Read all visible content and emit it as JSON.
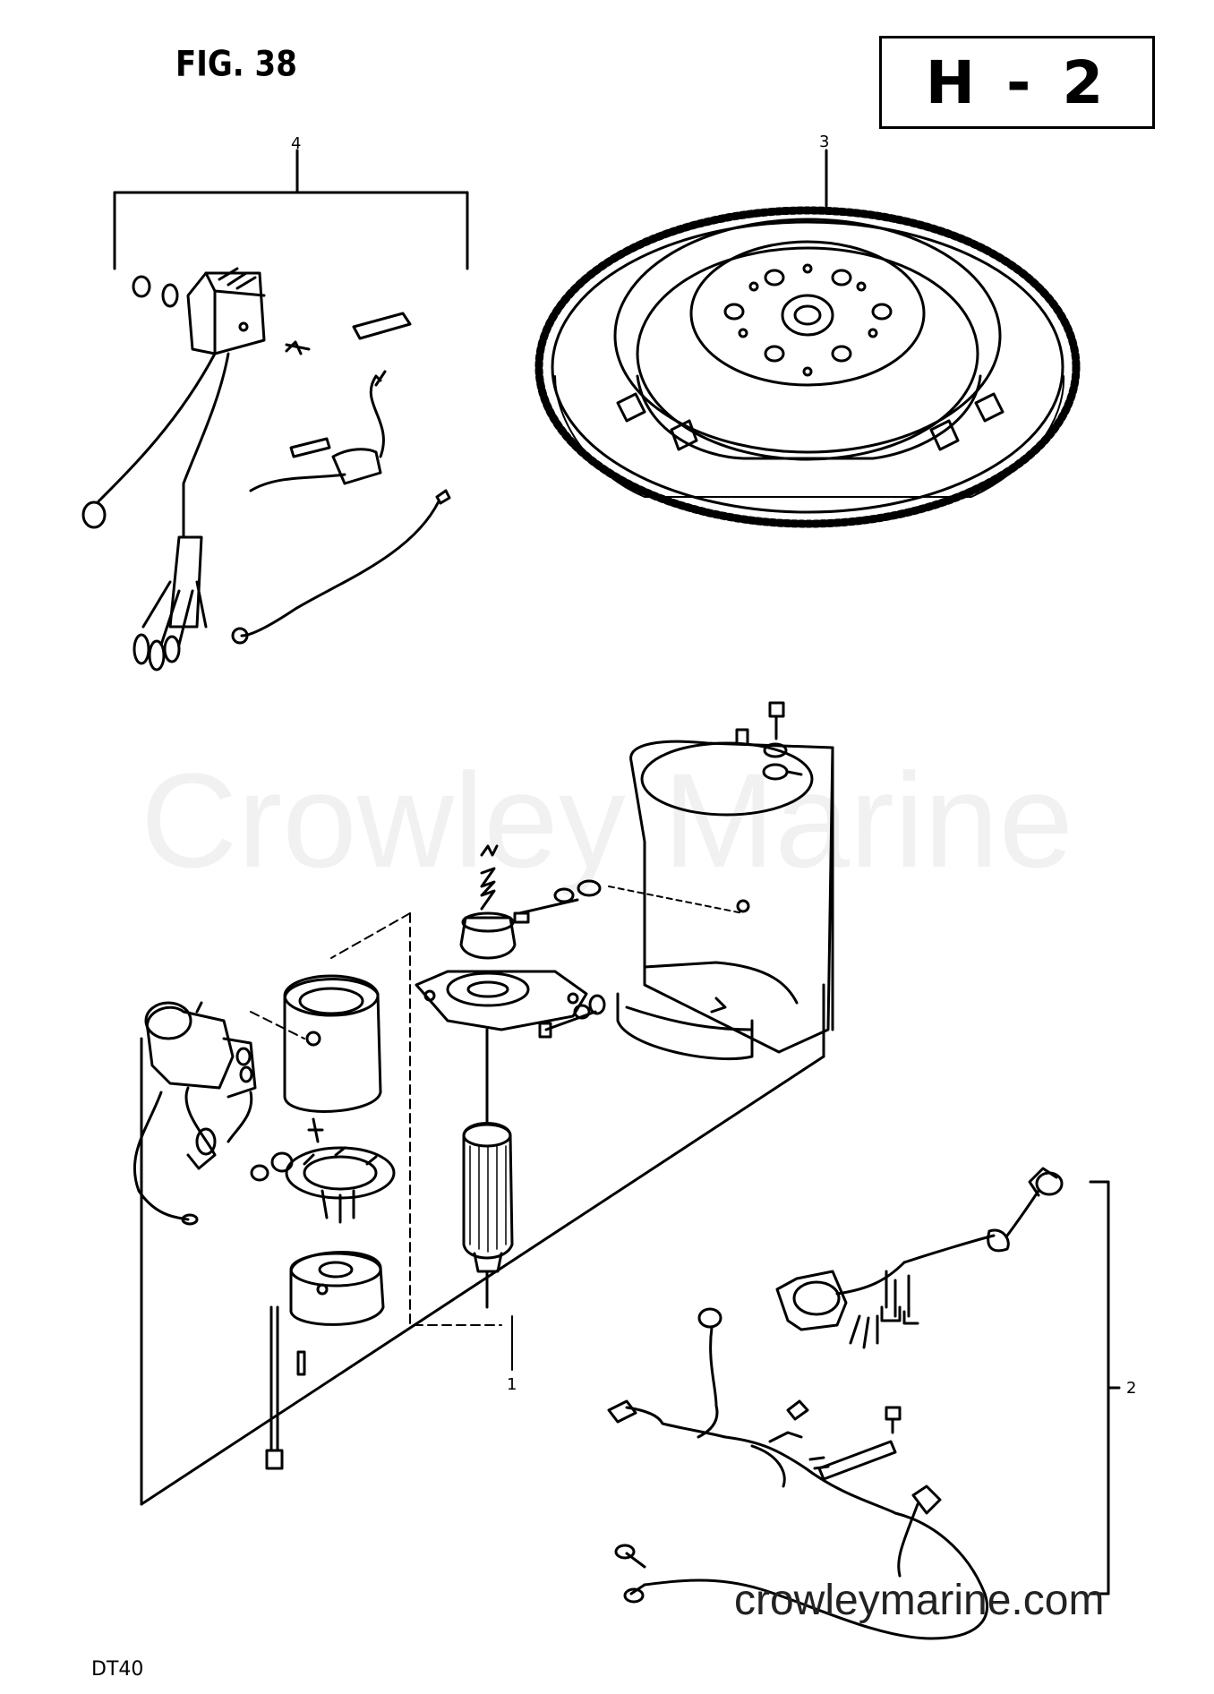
{
  "header": {
    "figure_label": "FIG. 38",
    "section_code": "H - 2"
  },
  "callouts": {
    "item_1": "1",
    "item_2": "2",
    "item_3": "3",
    "item_4": "4"
  },
  "footer": {
    "model_code": "DT40",
    "site_url": "crowleymarine.com"
  },
  "watermark": {
    "text": "Crowley Marine"
  }
}
